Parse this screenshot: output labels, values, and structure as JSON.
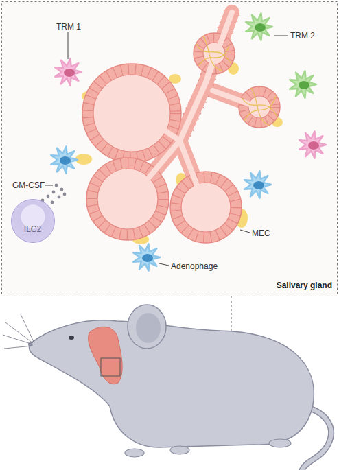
{
  "diagram": {
    "nodes": [
      {
        "text": [
          "Salivary gland"
        ]
      },
      {
        "text": [
          "ILC2"
        ],
        "in": 0
      }
    ],
    "labels": [
      "TRM 1",
      "TRM 2",
      "GM-CSF",
      "MEC",
      "Adenophage"
    ]
  }
}
